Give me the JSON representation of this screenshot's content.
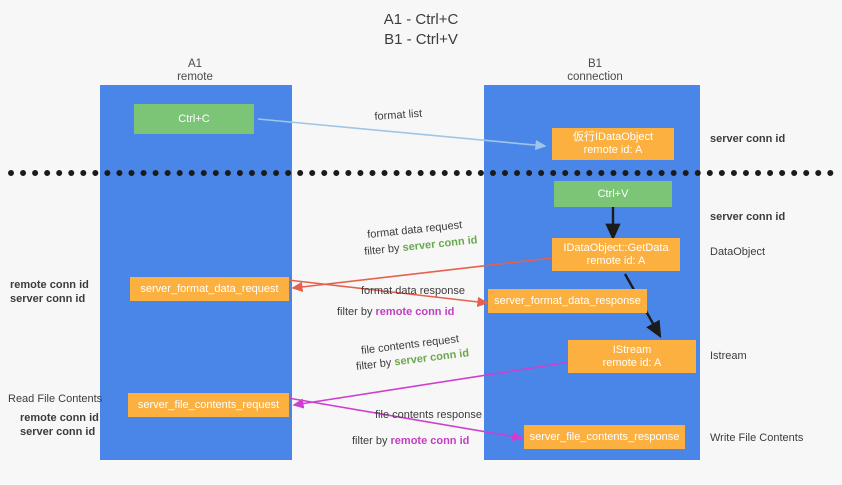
{
  "title": {
    "line1": "A1 - Ctrl+C",
    "line2": "B1 - Ctrl+V"
  },
  "columns": [
    {
      "name": "A1",
      "sub": "remote"
    },
    {
      "name": "B1",
      "sub": "connection"
    }
  ],
  "nodes": {
    "ctrl_c": {
      "label": "Ctrl+C"
    },
    "idataobject_top": {
      "label": "仮行IDataObject",
      "sub": "remote id: A"
    },
    "ctrl_v": {
      "label": "Ctrl+V"
    },
    "getdata": {
      "label": "IDataObject::GetData",
      "sub": "remote id: A"
    },
    "server_format_data_request": {
      "label": "server_format_data_request"
    },
    "server_format_data_response": {
      "label": "server_format_data_response"
    },
    "istream": {
      "label": "IStream",
      "sub": "remote id: A"
    },
    "server_file_contents_request": {
      "label": "server_file_contents_request"
    },
    "server_file_contents_response": {
      "label": "server_file_contents_response"
    }
  },
  "edge_labels": {
    "format_list": "format list",
    "format_data_request": "format data request",
    "format_data_request_filter_prefix": "filter by ",
    "format_data_request_filter_value": "server conn id",
    "format_data_response": "format data response",
    "format_data_response_filter_prefix": "filter by ",
    "format_data_response_filter_value": "remote conn id",
    "file_contents_request": "file contents request",
    "file_contents_request_filter_prefix": "filter by ",
    "file_contents_request_filter_value": "server conn id",
    "file_contents_response": "file contents response",
    "file_contents_response_filter_prefix": "filter by ",
    "file_contents_response_filter_value": "remote conn id"
  },
  "right_labels": {
    "server_conn_id_top": "server conn id",
    "server_conn_id_mid": "server conn id",
    "dataobject": "DataObject",
    "istream": "Istream",
    "write_file_contents": "Write File Contents"
  },
  "left_labels": {
    "remote_conn_id_upper": "remote conn id",
    "server_conn_id_upper": "server conn id",
    "read_file_contents": "Read File Contents",
    "remote_conn_id_lower": "remote conn id",
    "server_conn_id_lower": "server conn id"
  },
  "colors": {
    "lane": "#4a86e8",
    "green_node": "#7cc576",
    "orange_node": "#fbb040",
    "green_text": "#6aa84f",
    "purple_text": "#c23fc2",
    "red_arrow": "#e8604c",
    "magenta_arrow": "#cf3fcf",
    "blue_arrow": "#9fc5e8",
    "dark_arrow": "#1b1b1b",
    "background": "#f7f7f7"
  }
}
